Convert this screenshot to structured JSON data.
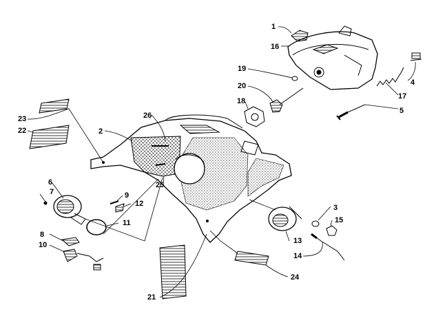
{
  "callouts": [
    "1",
    "2",
    "3",
    "4",
    "5",
    "6",
    "7",
    "8",
    "9",
    "10",
    "11",
    "12",
    "13",
    "14",
    "15",
    "16",
    "17",
    "18",
    "19",
    "20",
    "21",
    "22",
    "23",
    "24",
    "25",
    "26"
  ],
  "icons": {
    "decal": "decal-icon",
    "bulb": "bulb-icon",
    "screw": "screw-icon",
    "headlight": "headlight-icon",
    "gauge": "gauge-icon",
    "cowling": "hood-cowling-icon"
  },
  "colors": {
    "ink": "#000000",
    "paper": "#ffffff"
  }
}
